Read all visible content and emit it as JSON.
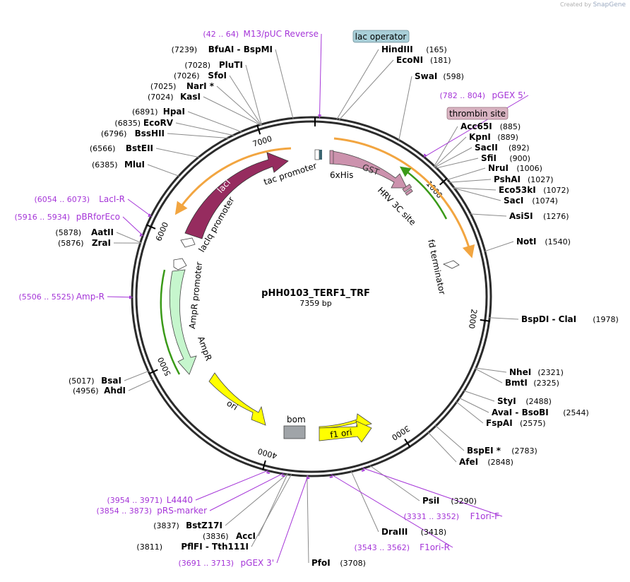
{
  "credit": {
    "prefix": "Created by",
    "brand": "SnapGene"
  },
  "plasmid": {
    "name": "pHH0103_TERF1_TRF",
    "size": "7359 bp",
    "length": 7359
  },
  "ticks": [
    {
      "pos": 1000,
      "label": "1000"
    },
    {
      "pos": 2000,
      "label": "2000"
    },
    {
      "pos": 3000,
      "label": "3000"
    },
    {
      "pos": 4000,
      "label": "4000"
    },
    {
      "pos": 5000,
      "label": "5000"
    },
    {
      "pos": 6000,
      "label": "6000"
    },
    {
      "pos": 7000,
      "label": "7000"
    }
  ],
  "enzymes": [
    {
      "pos": 165,
      "name": "HindIII",
      "coord": "(165)"
    },
    {
      "pos": 181,
      "name": "EcoNI",
      "coord": "(181)"
    },
    {
      "pos": 598,
      "name": "SwaI",
      "coord": "(598)"
    },
    {
      "pos": 885,
      "name": "Acc65I",
      "coord": "(885)"
    },
    {
      "pos": 889,
      "name": "KpnI",
      "coord": "(889)"
    },
    {
      "pos": 892,
      "name": "SacII",
      "coord": "(892)"
    },
    {
      "pos": 900,
      "name": "SfiI",
      "coord": "(900)"
    },
    {
      "pos": 1006,
      "name": "NruI",
      "coord": "(1006)"
    },
    {
      "pos": 1027,
      "name": "PshAI",
      "coord": "(1027)"
    },
    {
      "pos": 1072,
      "name": "Eco53kI",
      "coord": "(1072)"
    },
    {
      "pos": 1074,
      "name": "SacI",
      "coord": "(1074)"
    },
    {
      "pos": 1276,
      "name": "AsiSI",
      "coord": "(1276)"
    },
    {
      "pos": 1540,
      "name": "NotI",
      "coord": "(1540)"
    },
    {
      "pos": 1978,
      "name": "BspDI - ClaI",
      "coord": "(1978)"
    },
    {
      "pos": 2321,
      "name": "NheI",
      "coord": "(2321)"
    },
    {
      "pos": 2325,
      "name": "BmtI",
      "coord": "(2325)"
    },
    {
      "pos": 2488,
      "name": "StyI",
      "coord": "(2488)"
    },
    {
      "pos": 2544,
      "name": "AvaI - BsoBI",
      "coord": "(2544)"
    },
    {
      "pos": 2575,
      "name": "FspAI",
      "coord": "(2575)"
    },
    {
      "pos": 2783,
      "name": "BspEI *",
      "coord": "(2783)"
    },
    {
      "pos": 2848,
      "name": "AfeI",
      "coord": "(2848)"
    },
    {
      "pos": 3290,
      "name": "PsiI",
      "coord": "(3290)"
    },
    {
      "pos": 3418,
      "name": "DraIII",
      "coord": "(3418)"
    },
    {
      "pos": 3708,
      "name": "PfoI",
      "coord": "(3708)"
    },
    {
      "pos": 3811,
      "name": "PflFI - Tth111I",
      "coord": "(3811)"
    },
    {
      "pos": 3836,
      "name": "AccI",
      "coord": "(3836)"
    },
    {
      "pos": 3837,
      "name": "BstZ17I",
      "coord": "(3837)"
    },
    {
      "pos": 4956,
      "name": "AhdI",
      "coord": "(4956)"
    },
    {
      "pos": 5017,
      "name": "BsaI",
      "coord": "(5017)"
    },
    {
      "pos": 5876,
      "name": "ZraI",
      "coord": "(5876)"
    },
    {
      "pos": 5878,
      "name": "AatII",
      "coord": "(5878)"
    },
    {
      "pos": 6385,
      "name": "MluI",
      "coord": "(6385)"
    },
    {
      "pos": 6566,
      "name": "BstEII",
      "coord": "(6566)"
    },
    {
      "pos": 6796,
      "name": "BssHII",
      "coord": "(6796)"
    },
    {
      "pos": 6835,
      "name": "EcoRV",
      "coord": "(6835)"
    },
    {
      "pos": 6891,
      "name": "HpaI",
      "coord": "(6891)"
    },
    {
      "pos": 7024,
      "name": "KasI",
      "coord": "(7024)"
    },
    {
      "pos": 7025,
      "name": "NarI *",
      "coord": "(7025)"
    },
    {
      "pos": 7026,
      "name": "SfoI",
      "coord": "(7026)"
    },
    {
      "pos": 7028,
      "name": "PluTI",
      "coord": "(7028)"
    },
    {
      "pos": 7239,
      "name": "BfuAI - BspMI",
      "coord": "(7239)"
    }
  ],
  "primers": [
    {
      "pos": 53,
      "name": "M13/pUC Reverse",
      "coord": "(42 .. 64)"
    },
    {
      "pos": 793,
      "name": "pGEX 5'",
      "coord": "(782 .. 804)"
    },
    {
      "pos": 3341,
      "name": "F1ori-F",
      "coord": "(3331 .. 3352)"
    },
    {
      "pos": 3552,
      "name": "F1ori-R",
      "coord": "(3543 .. 3562)"
    },
    {
      "pos": 3702,
      "name": "pGEX 3'",
      "coord": "(3691 .. 3713)"
    },
    {
      "pos": 3863,
      "name": "pRS-marker",
      "coord": "(3854 .. 3873)"
    },
    {
      "pos": 3962,
      "name": "L4440",
      "coord": "(3954 .. 3971)"
    },
    {
      "pos": 5515,
      "name": "Amp-R",
      "coord": "(5506 .. 5525)"
    },
    {
      "pos": 5925,
      "name": "pBRforEco",
      "coord": "(5916 .. 5934)"
    },
    {
      "pos": 6063,
      "name": "LacI-R",
      "coord": "(6054 .. 6073)"
    }
  ],
  "boxed_features": [
    {
      "name": "lac operator",
      "color": "#a9cfd8"
    },
    {
      "name": "thrombin site",
      "color": "#d9b4c2"
    }
  ],
  "features": {
    "laci": "lacI",
    "laciq": "lacIq promoter",
    "tac": "tac promoter",
    "his": "6xHis",
    "gst": "GST",
    "hrv": "HRV 3C site",
    "fdterm": "fd terminator",
    "amppro": "AmpR promoter",
    "ampr": "AmpR",
    "ori": "ori",
    "bom": "bom",
    "f1ori": "f1 ori"
  },
  "colors": {
    "enzyme_text": "#000000",
    "primer_text": "#a535d8",
    "laci": "#962c5f",
    "gst": "#cc92ad",
    "ampr": "#c6f6cd",
    "ori": "#ffff00",
    "bom": "#a0a4a8",
    "cds_outline_orange": "#f2a540",
    "cds_outline_green": "#3a9a18"
  }
}
